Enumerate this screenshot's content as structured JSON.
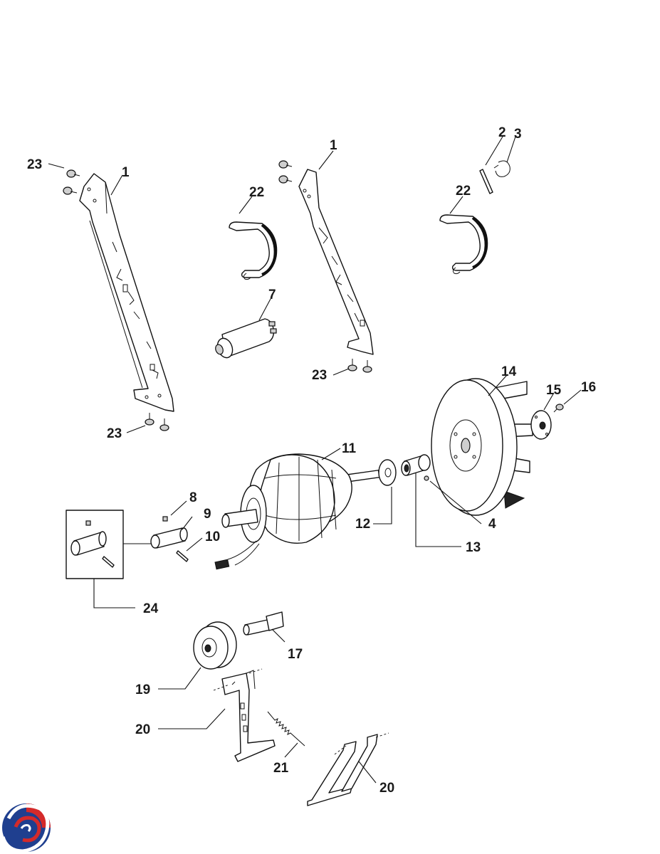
{
  "diagram": {
    "type": "exploded-parts-view",
    "callouts": {
      "c23a": "23",
      "c1a": "1",
      "c23b": "23",
      "c22a": "22",
      "c7": "7",
      "c1b": "1",
      "c23c": "23",
      "c2": "2",
      "c3": "3",
      "c22b": "22",
      "c14": "14",
      "c15": "15",
      "c16": "16",
      "c11": "11",
      "c12": "12",
      "c13": "13",
      "c4": "4",
      "c8": "8",
      "c9": "9",
      "c10": "10",
      "c24": "24",
      "c17": "17",
      "c19": "19",
      "c20a": "20",
      "c21": "21",
      "c20b": "20"
    }
  },
  "logo": {
    "icon": "brand-swirl-logo",
    "colors": [
      "#1f3f8f",
      "#d42a2a",
      "#ffffff"
    ]
  }
}
